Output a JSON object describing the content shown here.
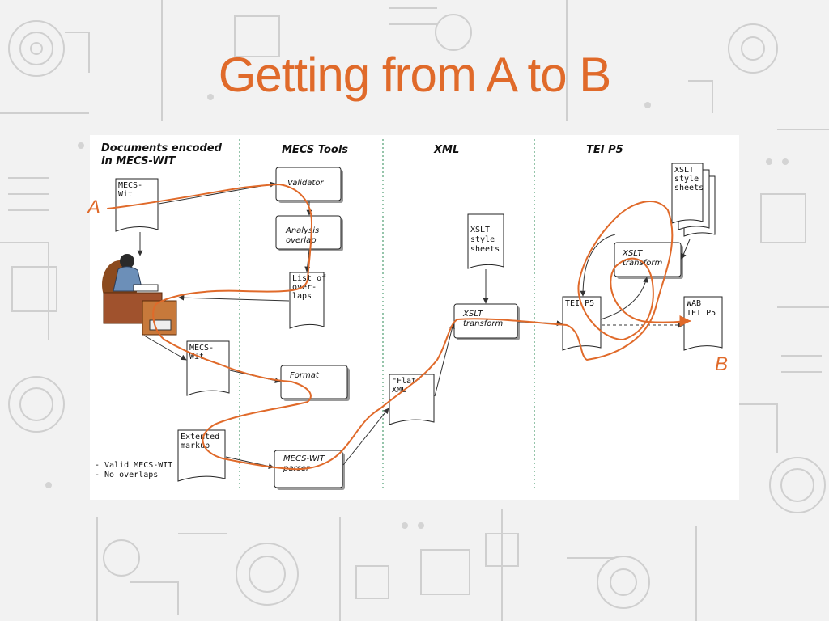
{
  "slide": {
    "title": "Getting from A to B"
  },
  "columns": {
    "documents": [
      "Documents encoded",
      "in MECS-WIT"
    ],
    "tools": "MECS Tools",
    "xml": "XML",
    "tei": "TEI P5"
  },
  "nodes": {
    "mecs_wit_top": [
      "MECS-",
      "Wit"
    ],
    "validator": "Validator",
    "analysis_overlap": [
      "Analysis",
      "overlap"
    ],
    "list_of_overlaps": [
      "List of",
      "over-",
      "laps"
    ],
    "mecs_wit_mid": [
      "MECS-",
      "Wit"
    ],
    "format": "Format",
    "extended_markup": [
      "Extented",
      "markup"
    ],
    "mecs_wit_parser": [
      "MECS-WIT",
      "parser"
    ],
    "flat_xml": [
      "\"Flat\"",
      "XML"
    ],
    "xslt_sheets_mid": [
      "XSLT",
      "style",
      "sheets"
    ],
    "xslt_transform_mid": [
      "XSLT",
      "transform"
    ],
    "xslt_sheets_top": [
      "XSLT",
      "style",
      "sheets"
    ],
    "xslt_transform_top": [
      "XSLT",
      "transform"
    ],
    "tei_p5": "TEI P5",
    "wab_tei_p5": [
      "WAB",
      "TEI P5"
    ]
  },
  "notes": [
    "- Valid MECS-WIT",
    "- No overlaps"
  ],
  "markers": {
    "start": "A",
    "end": "B"
  },
  "colors": {
    "accent": "#e06a2a",
    "separator": "#2e8b57"
  }
}
